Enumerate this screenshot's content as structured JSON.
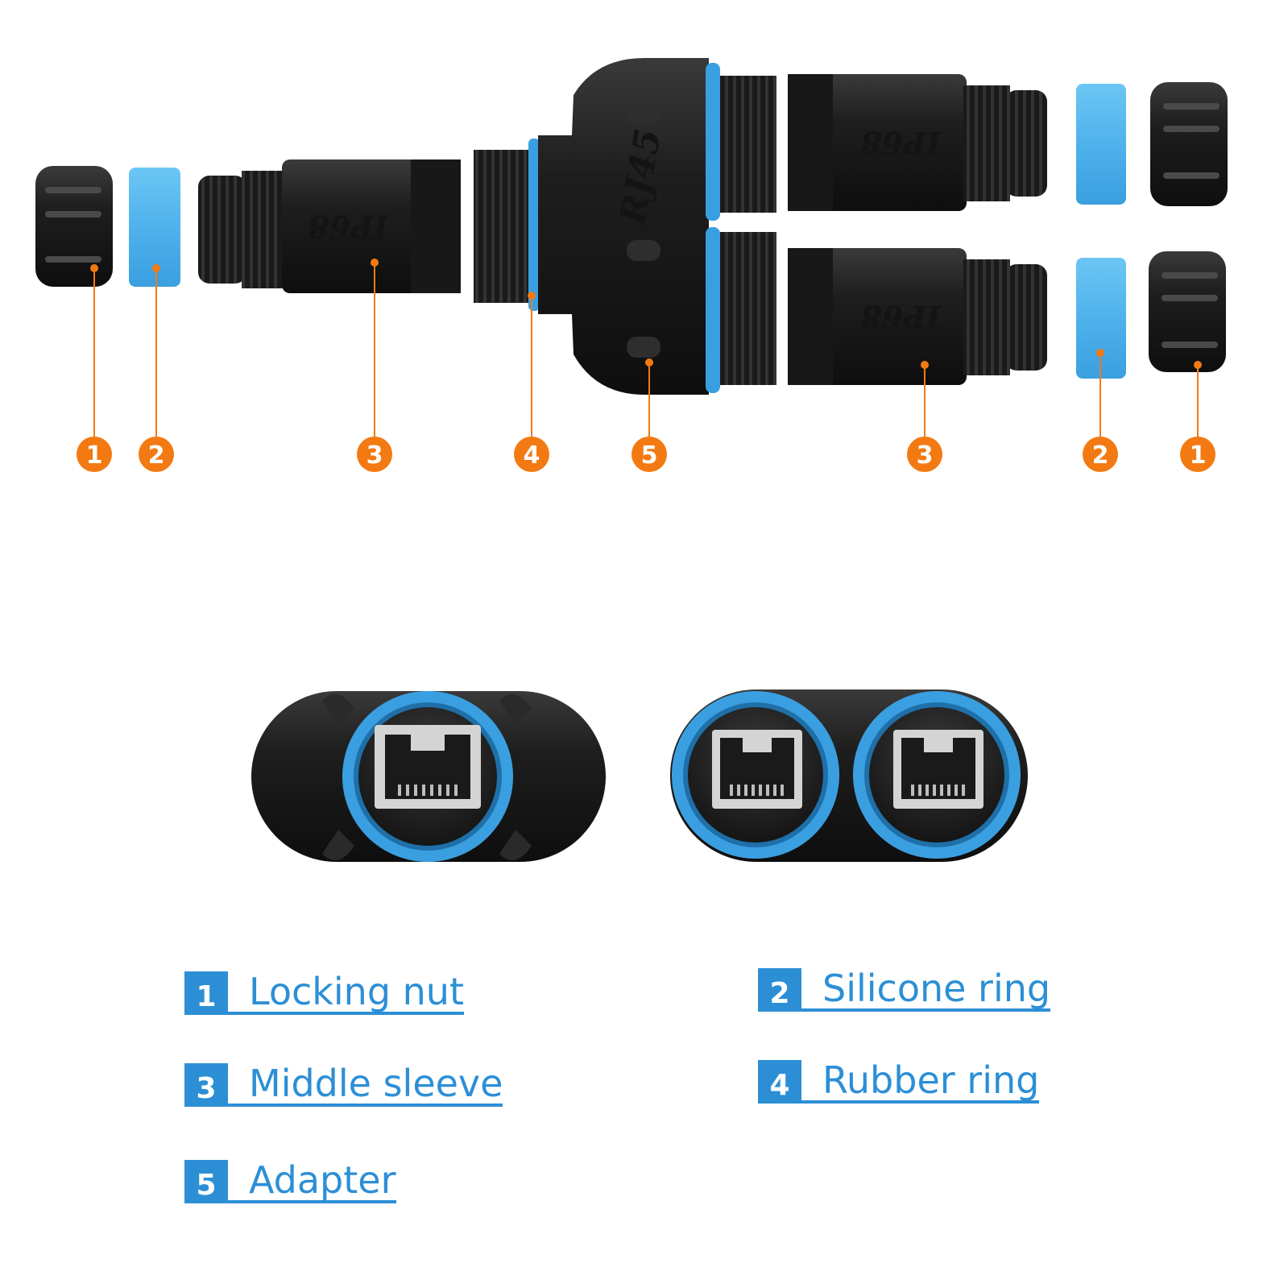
{
  "callouts": {
    "n1": "1",
    "n2": "2",
    "n3": "3",
    "n4": "4",
    "n5": "5"
  },
  "markings": {
    "rj45": "RJ45",
    "ip68": "IP68"
  },
  "legend": [
    {
      "number": "1",
      "label": "Locking nut"
    },
    {
      "number": "2",
      "label": "Silicone ring"
    },
    {
      "number": "3",
      "label": "Middle sleeve"
    },
    {
      "number": "4",
      "label": "Rubber ring"
    },
    {
      "number": "5",
      "label": "Adapter"
    }
  ],
  "colors": {
    "callout_orange": "#f37a12",
    "label_blue": "#2c8fd6",
    "seal_blue": "#3a9fe0",
    "body_black": "#1c1c1c"
  }
}
